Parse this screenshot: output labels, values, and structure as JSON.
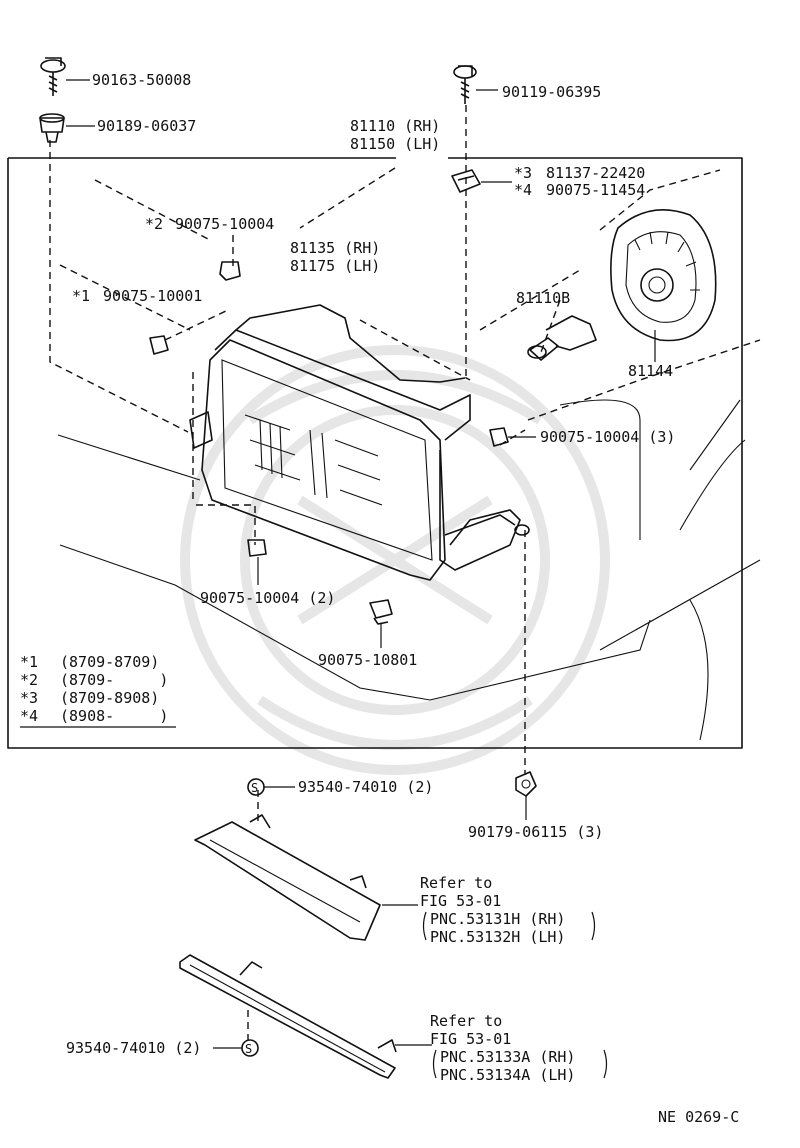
{
  "diagram": {
    "parts": {
      "screw_top": "90163-50008",
      "clip_top": "90189-06037",
      "bolt_top": "90119-06395",
      "assy_rh": "81110 (RH)",
      "assy_lh": "81150 (LH)",
      "nut3_code": "*3",
      "nut3_part": "81137-22420",
      "nut4_code": "*4",
      "nut4_part": "90075-11454",
      "nut2_code": "*2",
      "nut2_part": "90075-10004",
      "unit_rh": "81135 (RH)",
      "unit_lh": "81175 (LH)",
      "nut1_code": "*1",
      "nut1_part": "90075-10001",
      "bulb": "81110B",
      "socket": "81144",
      "nut_side": "90075-10004 (3)",
      "nut_bottom": "90075-10004 (2)",
      "clip_bottom": "90075-10801",
      "screw_filler1": "93540-74010 (2)",
      "nut_lower": "90179-06115 (3)",
      "screw_filler2": "93540-74010 (2)",
      "s_mark": "S"
    },
    "legend": [
      {
        "code": "*1",
        "range": "(8709-8709)"
      },
      {
        "code": "*2",
        "range": "(8709-     )"
      },
      {
        "code": "*3",
        "range": "(8709-8908)"
      },
      {
        "code": "*4",
        "range": "(8908-     )"
      }
    ],
    "refs": [
      {
        "line1": "Refer to",
        "line2": "FIG 53-01",
        "pnc1": "PNC.53131H (RH)",
        "pnc2": "PNC.53132H (LH)"
      },
      {
        "line1": "Refer to",
        "line2": "FIG 53-01",
        "pnc1": "PNC.53133A (RH)",
        "pnc2": "PNC.53134A (LH)"
      }
    ],
    "figure_code": "NE 0269-C"
  }
}
